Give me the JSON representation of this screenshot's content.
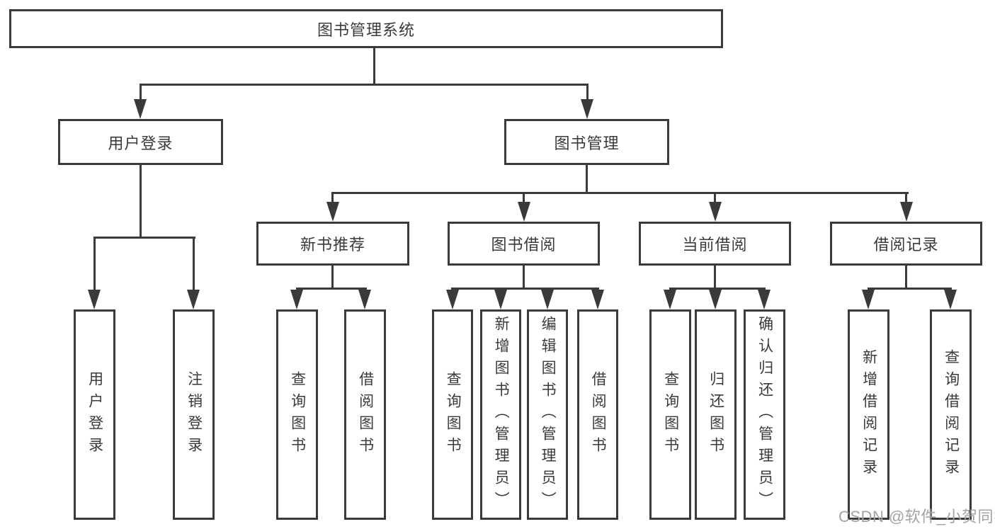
{
  "root": {
    "label": "图书管理系统"
  },
  "level2": [
    {
      "label": "用户登录"
    },
    {
      "label": "图书管理"
    }
  ],
  "level3": [
    {
      "label": "新书推荐"
    },
    {
      "label": "图书借阅"
    },
    {
      "label": "当前借阅"
    },
    {
      "label": "借阅记录"
    }
  ],
  "leaves": {
    "login": [
      {
        "label": "用户登录"
      },
      {
        "label": "注销登录"
      }
    ],
    "recommend": [
      {
        "label": "查询图书"
      },
      {
        "label": "借阅图书"
      }
    ],
    "borrow": [
      {
        "label": "查询图书"
      },
      {
        "label": "新增图书（管理员）"
      },
      {
        "label": "编辑图书（管理员）"
      },
      {
        "label": "借阅图书"
      }
    ],
    "current": [
      {
        "label": "查询图书"
      },
      {
        "label": "归还图书"
      },
      {
        "label": "确认归还（管理员）"
      }
    ],
    "records": [
      {
        "label": "新增借阅记录"
      },
      {
        "label": "查询借阅记录"
      }
    ]
  },
  "watermark": "CSDN @软件_小贺同学",
  "colors": {
    "line": "#3a3a3a",
    "box_border": "#3a3a3a",
    "text": "#3a3a3a",
    "watermark": "#a3a3a3",
    "background": "#ffffff"
  }
}
